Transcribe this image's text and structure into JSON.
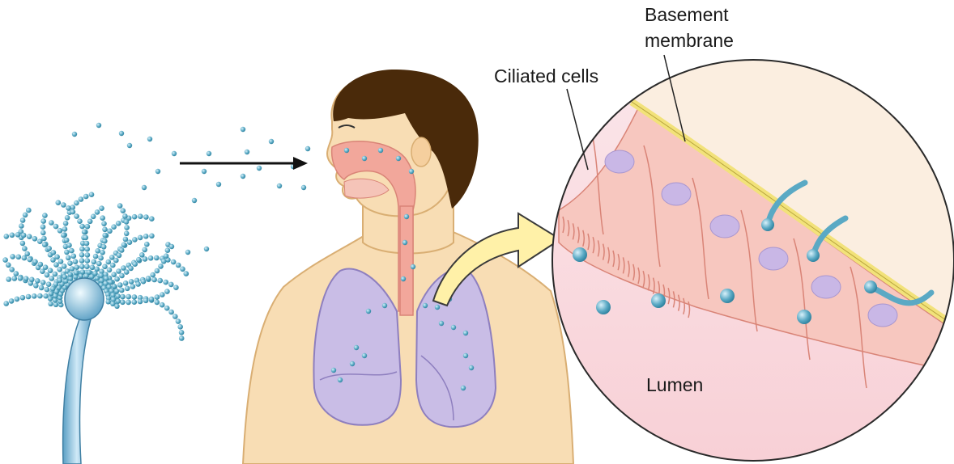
{
  "labels": {
    "basement_line1": "Basement",
    "basement_line2": "membrane",
    "ciliated": "Ciliated cells",
    "lumen": "Lumen"
  },
  "colors": {
    "spore": "#5aa9c4",
    "spore_dark": "#2c7f9c",
    "skin": "#f8ddb4",
    "skin_outline": "#d9ae73",
    "hair": "#4a2a0a",
    "airway": "#f2a79b",
    "lung": "#c9bde6",
    "lung_outline": "#8e7fbf",
    "membrane": "#f2e27a",
    "cell": "#f7c7bf",
    "nucleus": "#c9b7e6",
    "lumen_bg": "#fbdde0",
    "arrow_fill": "#fff1a8",
    "arrow_outline": "#3a3a3a"
  }
}
